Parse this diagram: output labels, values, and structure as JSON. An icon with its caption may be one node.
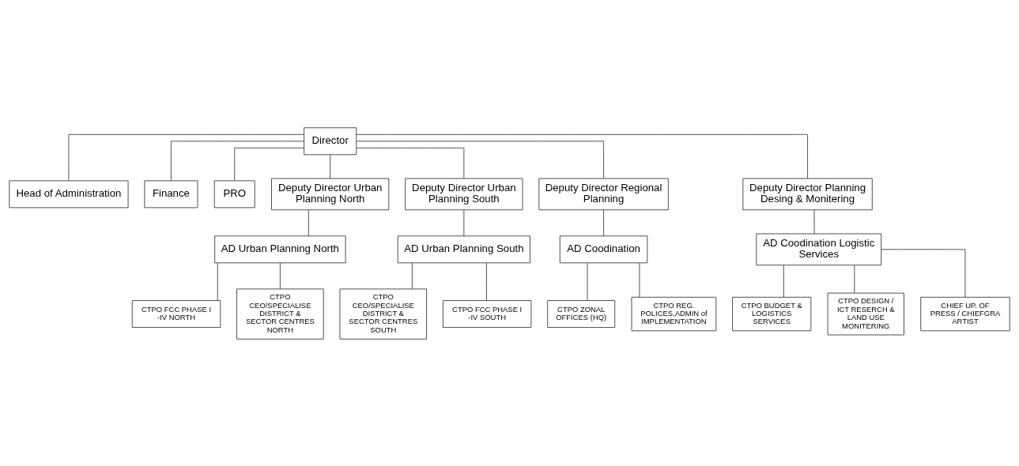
{
  "diagram": {
    "nodes": [
      {
        "text": [
          "Director"
        ]
      },
      {
        "text": [
          "Head of Administration"
        ]
      },
      {
        "text": [
          "Finance"
        ]
      },
      {
        "text": [
          "PRO"
        ]
      },
      {
        "text": [
          "Deputy Director Urban Planning North"
        ]
      },
      {
        "text": [
          "Deputy Director Urban Planning South"
        ]
      },
      {
        "text": [
          "Deputy Director Regional Planning"
        ]
      },
      {
        "text": [
          "Deputy Director Planning Desing & Monitering"
        ]
      },
      {
        "text": [
          "AD Urban Planning North"
        ]
      },
      {
        "text": [
          "AD Urban Planning South"
        ]
      },
      {
        "text": [
          "AD Coodination"
        ]
      },
      {
        "text": [
          "AD Coodination Logistic Services"
        ]
      },
      {
        "text": [
          "CTPO FCC PHASE I -IV NORTH"
        ]
      },
      {
        "text": [
          "CTPO CEO/SPECIALISE DISTRICT & SECTOR CENTRES NORTH"
        ]
      },
      {
        "text": [
          "CTPO CEO/SPECIALISE DISTRICT & SECTOR CENTRES SOUTH"
        ]
      },
      {
        "text": [
          "CTPO FCC PHASE I -IV SOUTH"
        ]
      },
      {
        "text": [
          "CTPO ZONAL OFFICES (HQ)"
        ]
      },
      {
        "text": [
          "CTPO REG. POLICES,ADMIN of IMPLEMENTATION"
        ]
      },
      {
        "text": [
          "CTPO BUDGET & LOGISTICS SERVICES"
        ]
      },
      {
        "text": [
          "CTPO DESIGN / ICT RESERCH & LAND USE MONITERING"
        ]
      },
      {
        "text": [
          "CHIEF UP. OF PRESS / CHIEFGRA ARTIST"
        ]
      }
    ],
    "edges": [
      {
        "from": 0,
        "to": 1,
        "arrow": "none"
      },
      {
        "from": 0,
        "to": 2,
        "arrow": "none"
      },
      {
        "from": 0,
        "to": 3,
        "arrow": "none"
      },
      {
        "from": 0,
        "to": 4,
        "arrow": "none"
      },
      {
        "from": 0,
        "to": 5,
        "arrow": "none"
      },
      {
        "from": 0,
        "to": 6,
        "arrow": "none"
      },
      {
        "from": 0,
        "to": 7,
        "arrow": "none"
      },
      {
        "from": 4,
        "to": 8,
        "arrow": "none"
      },
      {
        "from": 5,
        "to": 9,
        "arrow": "none"
      },
      {
        "from": 6,
        "to": 10,
        "arrow": "none"
      },
      {
        "from": 7,
        "to": 11,
        "arrow": "none"
      },
      {
        "from": 8,
        "to": 12,
        "arrow": "none"
      },
      {
        "from": 8,
        "to": 13,
        "arrow": "none"
      },
      {
        "from": 9,
        "to": 14,
        "arrow": "none"
      },
      {
        "from": 9,
        "to": 15,
        "arrow": "none"
      },
      {
        "from": 10,
        "to": 16,
        "arrow": "none"
      },
      {
        "from": 10,
        "to": 17,
        "arrow": "none"
      },
      {
        "from": 11,
        "to": 18,
        "arrow": "none"
      },
      {
        "from": 11,
        "to": 19,
        "arrow": "none"
      },
      {
        "from": 11,
        "to": 20,
        "arrow": "none"
      }
    ]
  }
}
